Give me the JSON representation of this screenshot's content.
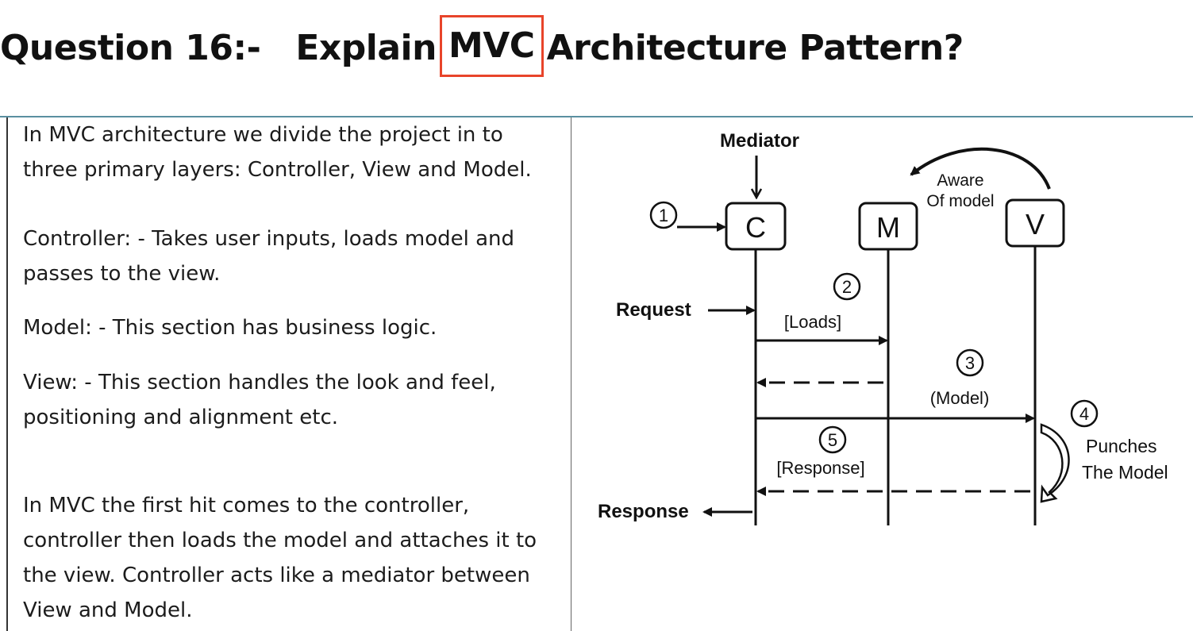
{
  "title": {
    "prefix": "Question 16:-",
    "before": "Explain",
    "highlight": "MVC",
    "after": "Architecture Pattern?",
    "highlight_color": "#e8442a"
  },
  "text_panel": {
    "paragraphs": [
      "In MVC architecture we divide the project in to three primary layers: Controller, View and Model.",
      "Controller: - Takes user inputs, loads model and passes to the view.",
      "Model: - This section has business logic.",
      "View: - This section handles the look and feel, positioning and alignment etc.",
      "In MVC the first hit comes to the controller, controller then loads the model and attaches it to the view. Controller acts like a mediator between View and Model."
    ]
  },
  "diagram": {
    "mediator_label": "Mediator",
    "nodes": {
      "controller": "C",
      "model": "M",
      "view": "V"
    },
    "aware_label_line1": "Aware",
    "aware_label_line2": "Of model",
    "step1": "1",
    "step2": "2",
    "step3": "3",
    "step4": "4",
    "step5": "5",
    "request_label": "Request",
    "loads_label": "[Loads]",
    "model_label": "(Model)",
    "punches_line1": "Punches",
    "punches_line2": "The Model",
    "response_bracket_label": "[Response]",
    "response_label": "Response"
  }
}
